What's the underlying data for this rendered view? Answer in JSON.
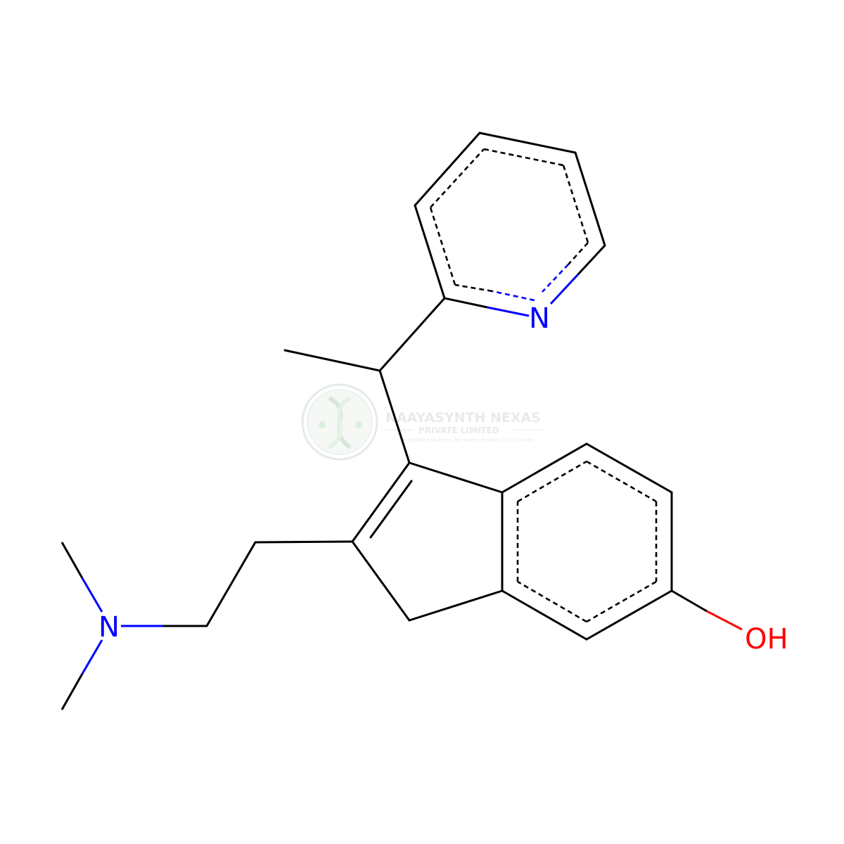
{
  "molecule": {
    "atoms": {
      "pyridine_n": {
        "label": "N",
        "color": "#0000ff"
      },
      "amine_n": {
        "label": "N",
        "color": "#0000ff"
      },
      "hydroxyl": {
        "label": "OH",
        "color": "#ff0000"
      }
    },
    "bond_color": "#000000"
  },
  "watermark": {
    "company_name": "NAAYASYNTH NEXAS",
    "company_type": "PRIVATE LIMITED",
    "tagline": "Complete solutions for every molecule's journey",
    "logo_icon": "dna-helix-icon",
    "color": "#c9d6c9"
  }
}
